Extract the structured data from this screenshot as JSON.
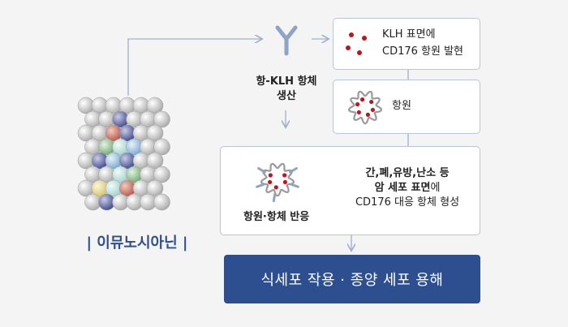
{
  "drug": {
    "name_label": "| 이뮤노시아닌 |"
  },
  "antibody_step": {
    "line1": "항-KLH 항체",
    "line2": "생산"
  },
  "klh_box": {
    "line1": "KLH 표면에",
    "line2": "CD176 항원 발현"
  },
  "antigen_box": {
    "label": "항원"
  },
  "reaction_box": {
    "left_label": "항원·항체 반응",
    "line1": "간,폐,유방,난소 등",
    "line2_bold": "암 세포 표면",
    "line2_suffix": "에",
    "line3": "CD176 대응 항체 형성"
  },
  "result": {
    "label": "식세포 작용 · 종양 세포 용해"
  },
  "colors": {
    "accent": "#2d4f8f",
    "box_border": "#b9c6d8",
    "arrow": "#9fb1cc",
    "antigen_dot": "#c0141c",
    "antibody": "#8fa3c4",
    "background": "#f4f4f4"
  }
}
